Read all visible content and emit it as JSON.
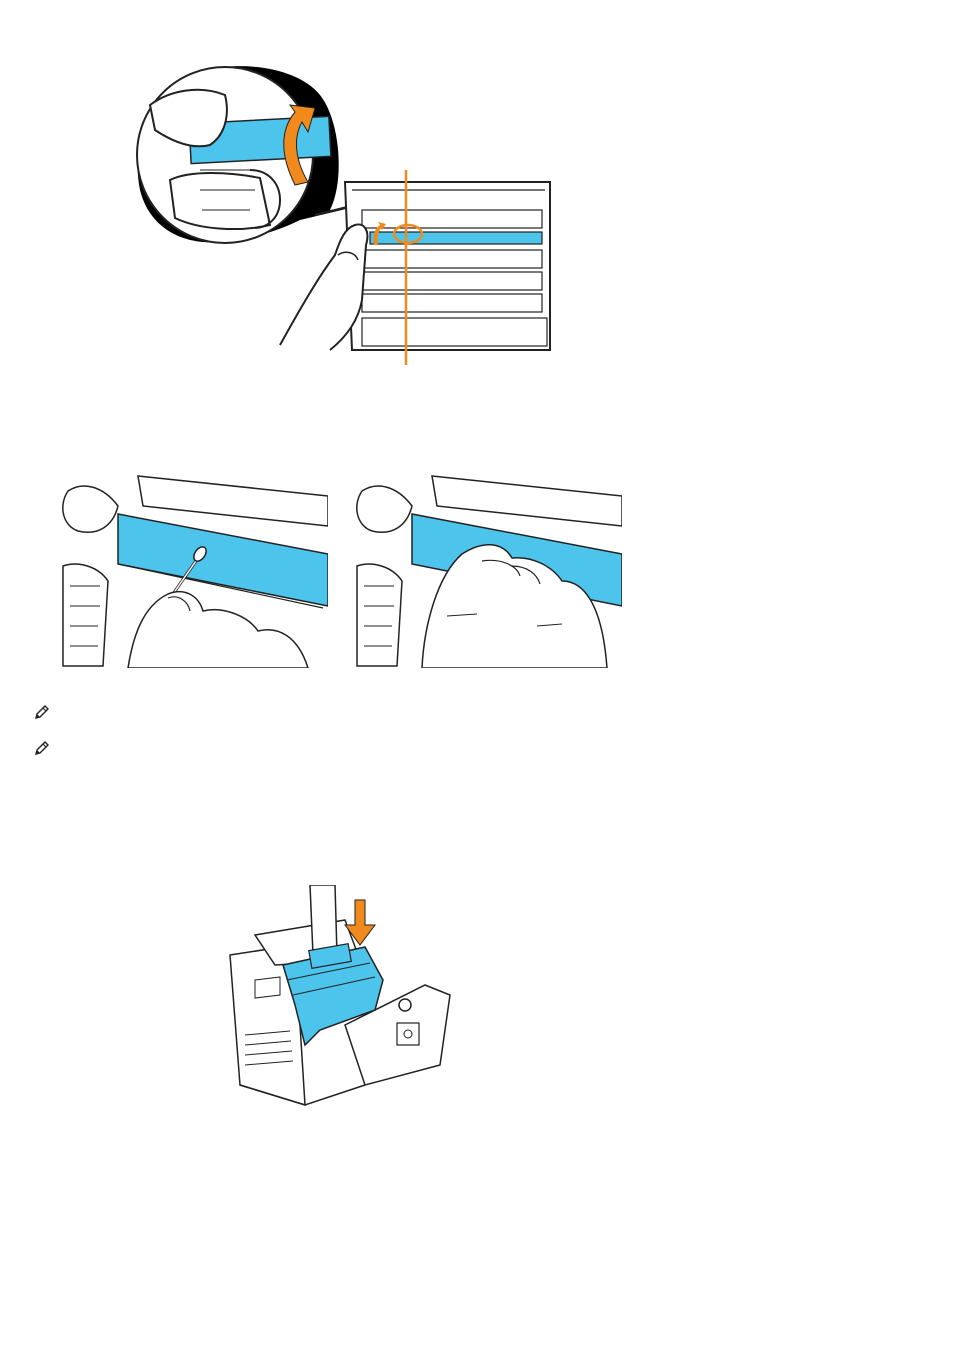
{
  "document": {
    "figures": [
      {
        "name": "cleaning-transfer-roller-lever",
        "icon": "illustration"
      },
      {
        "name": "wiping-transfer-roller-with-swab",
        "icon": "illustration"
      },
      {
        "name": "wiping-transfer-roller-with-finger",
        "icon": "illustration"
      },
      {
        "name": "inserting-drum-cartridge",
        "icon": "illustration"
      }
    ],
    "notes": [
      {
        "icon": "note-pencil-icon"
      },
      {
        "icon": "note-pencil-icon"
      }
    ],
    "colors": {
      "accent_blue": "#4cc4ec",
      "accent_orange": "#f08a1c",
      "line": "#222222"
    }
  }
}
